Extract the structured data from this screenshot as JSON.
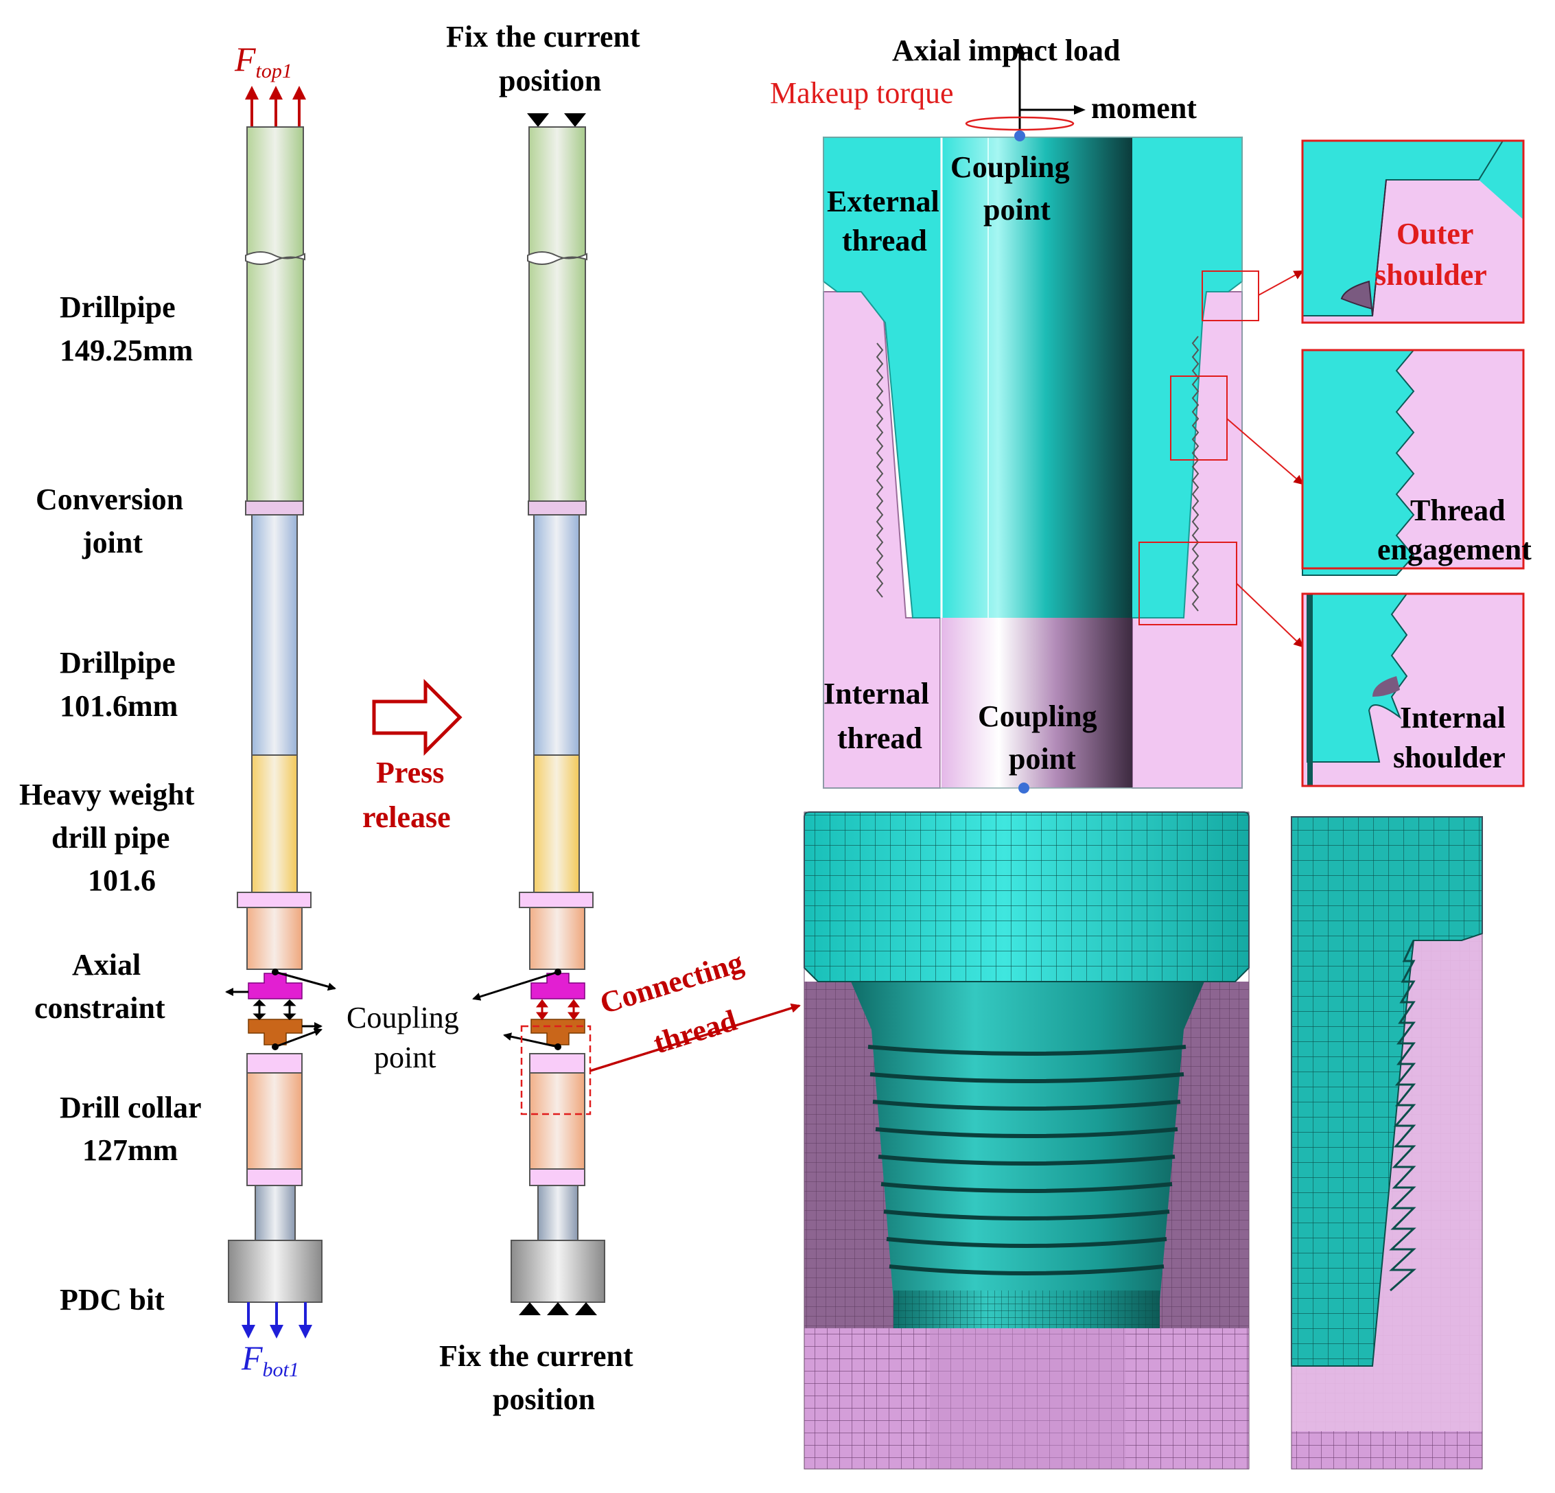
{
  "labels": {
    "f_top": "F",
    "f_top_sub": "top1",
    "f_bot": "F",
    "f_bot_sub": "bot1",
    "drillpipe1_line1": "Drillpipe",
    "drillpipe1_line2": "149.25mm",
    "conversion_line1": "Conversion",
    "conversion_line2": "joint",
    "drillpipe2_line1": "Drillpipe",
    "drillpipe2_line2": "101.6mm",
    "hw_line1": "Heavy weight",
    "hw_line2": "drill pipe",
    "hw_line3": "101.6",
    "axial_line1": "Axial",
    "axial_line2": "constraint",
    "collar_line1": "Drill collar",
    "collar_line2": "127mm",
    "pdc": "PDC bit",
    "coupling_mid_line1": "Coupling",
    "coupling_mid_line2": "point",
    "press_line1": "Press",
    "press_line2": "release",
    "fix_top_line1": "Fix the current",
    "fix_top_line2": "position",
    "fix_bot_line1": "Fix the current",
    "fix_bot_line2": "position",
    "connecting_line1": "Connecting",
    "connecting_line2": "thread",
    "axial_impact": "Axial impact load",
    "makeup_torque": "Makeup torque",
    "moment": "moment",
    "coupling_top_line1": "Coupling",
    "coupling_top_line2": "point",
    "coupling_bot_line1": "Coupling",
    "coupling_bot_line2": "point",
    "external_line1": "External",
    "external_line2": "thread",
    "internal_line1": "Internal",
    "internal_line2": "thread",
    "outer_line1": "Outer",
    "outer_line2": "shoulder",
    "engage_line1": "Thread",
    "engage_line2": "engagement",
    "inner_line1": "Internal",
    "inner_line2": "shoulder"
  },
  "colors": {
    "cyan": "#33e3dc",
    "pink": "#f2c7f2",
    "red": "#e01c1c",
    "darkred": "#b01010",
    "blue": "#1f1fd8",
    "mesh_cyan": "#1fb8b0",
    "mesh_purple": "#8f6590"
  }
}
